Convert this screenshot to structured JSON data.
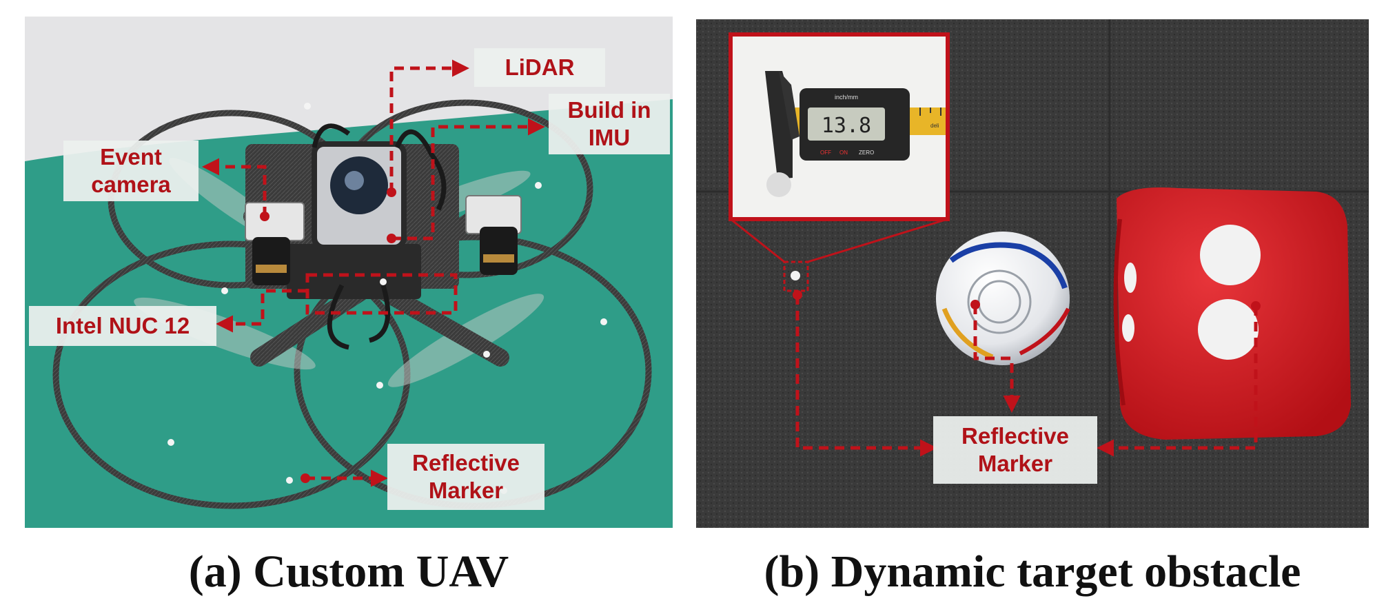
{
  "panel_a": {
    "caption": "(a) Custom UAV",
    "labels": {
      "lidar": "LiDAR",
      "imu_line1": "Build in",
      "imu_line2": "IMU",
      "event_line1": "Event",
      "event_line2": "camera",
      "nuc": "Intel NUC 12",
      "marker_line1": "Reflective",
      "marker_line2": "Marker"
    }
  },
  "panel_b": {
    "caption": "(b) Dynamic target obstacle",
    "caliper_reading": "13.8",
    "caliper_unit_label": "inch/mm",
    "caliper_buttons": [
      "OFF",
      "ON",
      "ZERO"
    ],
    "caliper_brand": "deli",
    "labels": {
      "marker_line1": "Reflective",
      "marker_line2": "Marker"
    }
  },
  "colors": {
    "annotation_red": "#c0121a",
    "label_text": "#b01218",
    "label_bg": "#eceff0",
    "table_green": "#2f9d88",
    "wall_gray": "#e6e6e6",
    "carpet_dark": "#3a3a3a",
    "die_red": "#d0161c"
  }
}
